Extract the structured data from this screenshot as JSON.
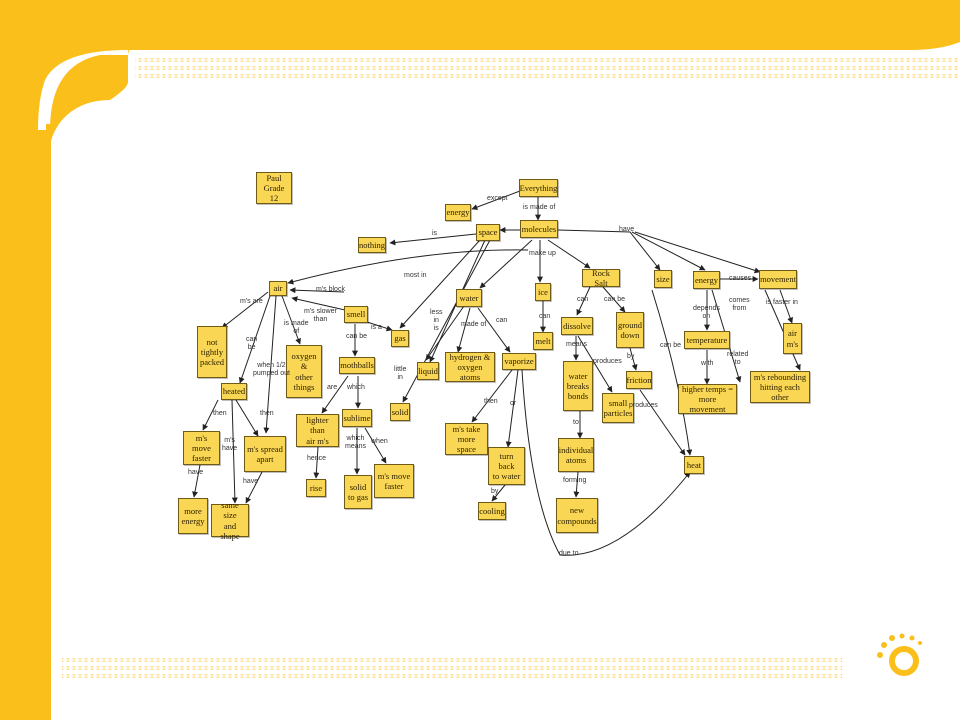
{
  "theme": {
    "accent": "#fbbf1c",
    "dots": "#fde29a",
    "node_fill": "#f9d654",
    "node_border": "#6f5a16"
  },
  "nodes": {
    "paul": "Paul\nGrade 12",
    "everything": "Everything",
    "energy_top": "energy",
    "space": "space",
    "molecules": "molecules",
    "nothing": "nothing",
    "air": "air",
    "smell": "smell",
    "gas": "gas",
    "water": "water",
    "ice": "ice",
    "rock_salt": "Rock Salt",
    "size": "size",
    "energy": "energy",
    "movement": "movement",
    "not_tightly_packed": "not\ntightly\npacked",
    "oxygen_other": "oxygen &\nother\nthings",
    "heated": "heated",
    "mothballs": "mothballs",
    "liquid": "liquid",
    "hydrogen_oxygen": "hydrogen &\noxygen atoms",
    "melt": "melt",
    "dissolve": "dissolve",
    "ground_down": "ground\ndown",
    "temperature": "temperature",
    "air_ms": "air\nm's",
    "vaporize": "vaporize",
    "water_breaks_bonds": "water\nbreaks\nbonds",
    "friction": "friction",
    "higher_temps": "higher temps =\nmore movement",
    "ms_rebounding": "m's rebounding\nhitting each other",
    "ms_move_faster_left": "m's move\nfaster",
    "ms_spread_apart": "m's spread\napart",
    "lighter_than_air": "lighter than\nair m's",
    "sublime": "sublime",
    "solid": "solid",
    "ms_take_more_space": "m's take\nmore space",
    "small_particles": "small\nparticles",
    "individual_atoms": "individual\natoms",
    "rise": "rise",
    "solid_to_gas": "solid\nto gas",
    "ms_move_faster_mid": "m's move\nfaster",
    "turn_back_water": "turn back\nto water",
    "heat": "heat",
    "more_energy": "more\nenergy",
    "same_size_shape": "same size\nand shape",
    "cooling": "cooling",
    "new_compounds": "new\ncompounds"
  },
  "links": {
    "except": "except",
    "is_made_of_top": "is made of",
    "have": "have",
    "is": "is",
    "make_up": "make up",
    "most_in": "most in",
    "ms_block": "m's block",
    "ms_are": "m's are",
    "ms_slower_than": "m's slower\nthan",
    "is_made_of_air": "is made\nof",
    "can_be_air": "can\nbe",
    "when_half_pumped": "when 1/2\npumped out",
    "is_a": "is a",
    "can_be_smell": "can be",
    "are": "are",
    "which": "which",
    "little_in": "little\nin",
    "less_in_is": "less\nin\nis",
    "made_of": "made of",
    "can_water": "can",
    "can_ice": "can",
    "can_rock": "can",
    "can_be_rock": "can be",
    "means": "means",
    "produces_1": "produces",
    "by": "by",
    "produces_2": "produces",
    "to": "to",
    "forming": "forming",
    "causes": "causes",
    "depends_on": "depends\non",
    "with": "with",
    "comes_from": "comes\nfrom",
    "is_faster_in": "is faster in",
    "related_to": "related\nto",
    "can_be_heat": "can be",
    "then_heated": "then",
    "ms_have": "m's\nhave",
    "then_spread": "then",
    "have_left": "have",
    "have_spread": "have",
    "hence": "hence",
    "which_means": "which\nmeans",
    "when": "when",
    "then_vaporize": "then",
    "or": "or",
    "by_cooling": "by",
    "due_to": "due to"
  }
}
